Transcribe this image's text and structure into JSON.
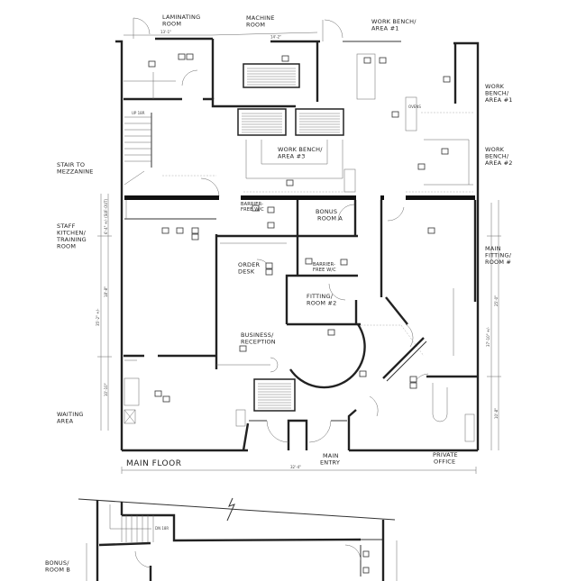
{
  "plan_title": "MAIN FLOOR",
  "rooms": {
    "laminating": [
      "LAMINATING",
      "ROOM"
    ],
    "machine": [
      "MACHINE",
      "ROOM"
    ],
    "work_bench_1_top": [
      "WORK BENCH/",
      "AREA #1"
    ],
    "work_bench_1_right": [
      "WORK",
      "BENCH/",
      "AREA #1"
    ],
    "work_bench_2": [
      "WORK",
      "BENCH/",
      "AREA #2"
    ],
    "work_bench_3": [
      "WORK BENCH/",
      "AREA #3"
    ],
    "stair": [
      "STAIR TO",
      "MEZZANINE"
    ],
    "staff_kitchen": [
      "STAFF",
      "KITCHEN/",
      "TRAINING",
      "ROOM"
    ],
    "waiting": [
      "WAITING",
      "AREA"
    ],
    "barrier_free_1": [
      "BARRIER-",
      "FREE W/C"
    ],
    "barrier_free_2": [
      "BARRIER-",
      "FREE W/C"
    ],
    "bonus_a": [
      "BONUS",
      "ROOM A"
    ],
    "order_desk": [
      "ORDER",
      "DESK"
    ],
    "fitting_2": [
      "FITTING/",
      "ROOM #2"
    ],
    "business": [
      "BUSINESS/",
      "RECEPTION"
    ],
    "main_fitting": [
      "MAIN",
      "FITTING/",
      "ROOM #"
    ],
    "main_entry": [
      "MAIN",
      "ENTRY"
    ],
    "private_office": [
      "PRIVATE",
      "OFFICE"
    ],
    "bonus_b": [
      "BONUS/",
      "ROOM B"
    ]
  },
  "dimensions": {
    "overall_width": "32'-4\"",
    "laminating_width": "13'-1\"",
    "machine_width": "14'-2\"",
    "left_total": "35'-2\" +/-",
    "left_mid": "18'-8\"",
    "left_low": "10'-10\"",
    "left_top": "6'-4\" +/- (SUF-OUT)",
    "right_total": "37'-10\" +/-",
    "right_mid": "25'-0\"",
    "right_low": "10'-8\"",
    "stair_up": "UP 18R",
    "stair_down": "DN 18R",
    "oven": "OVENS"
  }
}
